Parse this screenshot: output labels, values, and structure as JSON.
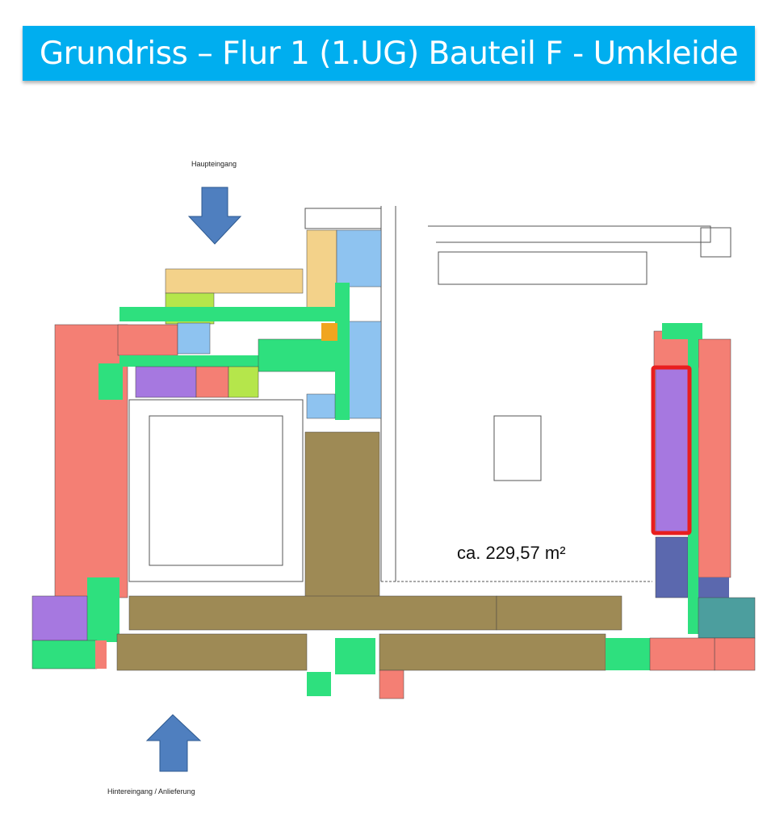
{
  "title": "Grundriss – Flur 1 (1.UG) Bauteil F - Umkleide",
  "labels": {
    "main_entrance": "Haupteingang",
    "rear_entrance": "Hintereingang / Anlieferung",
    "area": "ca. 229,57 m²"
  },
  "colors": {
    "title_band": "#00AEEF",
    "highlight": "#E81E1E",
    "arrow": "#4F7FBF",
    "offices": "#F47F74",
    "hall": "#9E8A55",
    "corridor": "#2EE07E",
    "blue_rooms": "#8EC3F0",
    "purple_rooms": "#A678E0",
    "yellow_rooms": "#F3D28A",
    "lime_rooms": "#B5E64B",
    "teal_rooms": "#4C9E9E",
    "navy_rooms": "#5B68AE"
  }
}
